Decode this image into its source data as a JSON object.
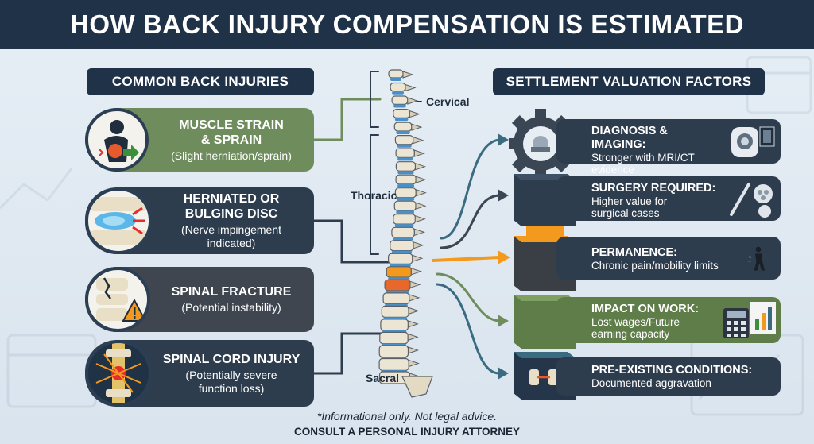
{
  "title": "HOW BACK INJURY COMPENSATION IS ESTIMATED",
  "left_section": "COMMON BACK INJURIES",
  "right_section": "SETTLEMENT VALUATION FACTORS",
  "injuries": [
    {
      "title_line1": "MUSCLE STRAIN",
      "title_line2": "& SPRAIN",
      "sub_line1": "(Slight herniation/sprain)",
      "sub_line2": "",
      "color": "#6f8d5c"
    },
    {
      "title_line1": "HERNIATED OR",
      "title_line2": "BULGING DISC",
      "sub_line1": "(Nerve impingement",
      "sub_line2": "indicated)",
      "color": "#2e3d4e"
    },
    {
      "title_line1": "SPINAL FRACTURE",
      "title_line2": "",
      "sub_line1": "(Potential instability)",
      "sub_line2": "",
      "color": "#3f4650"
    },
    {
      "title_line1": "SPINAL CORD INJURY",
      "title_line2": "",
      "sub_line1": "(Potentially severe",
      "sub_line2": "function loss)",
      "color": "#2e3d4e"
    }
  ],
  "spine_labels": {
    "cervical": "Cervical",
    "thoracic": "Thoracic",
    "sacral": "Sacral"
  },
  "factors": [
    {
      "title": "DIAGNOSIS & IMAGING:",
      "sub_line1": "Stronger with MRI/CT",
      "sub_line2": "evidence"
    },
    {
      "title": "SURGERY REQUIRED:",
      "sub_line1": "Higher value for",
      "sub_line2": "surgical cases"
    },
    {
      "title": "PERMANENCE:",
      "sub_line1": "Chronic pain/mobility limits",
      "sub_line2": ""
    },
    {
      "title": "IMPACT ON WORK:",
      "sub_line1": "Lost wages/Future",
      "sub_line2": "earning capacity"
    },
    {
      "title": "PRE-EXISTING CONDITIONS:",
      "sub_line1": "Documented aggravation",
      "sub_line2": ""
    }
  ],
  "footer": {
    "disclaimer": "*Informational only. Not legal advice.",
    "cta": "CONSULT A PERSONAL INJURY ATTORNEY"
  },
  "colors": {
    "navy": "#1f3248",
    "green": "#6f8d5c",
    "orange": "#f39a1e",
    "teal": "#3a6b80"
  }
}
